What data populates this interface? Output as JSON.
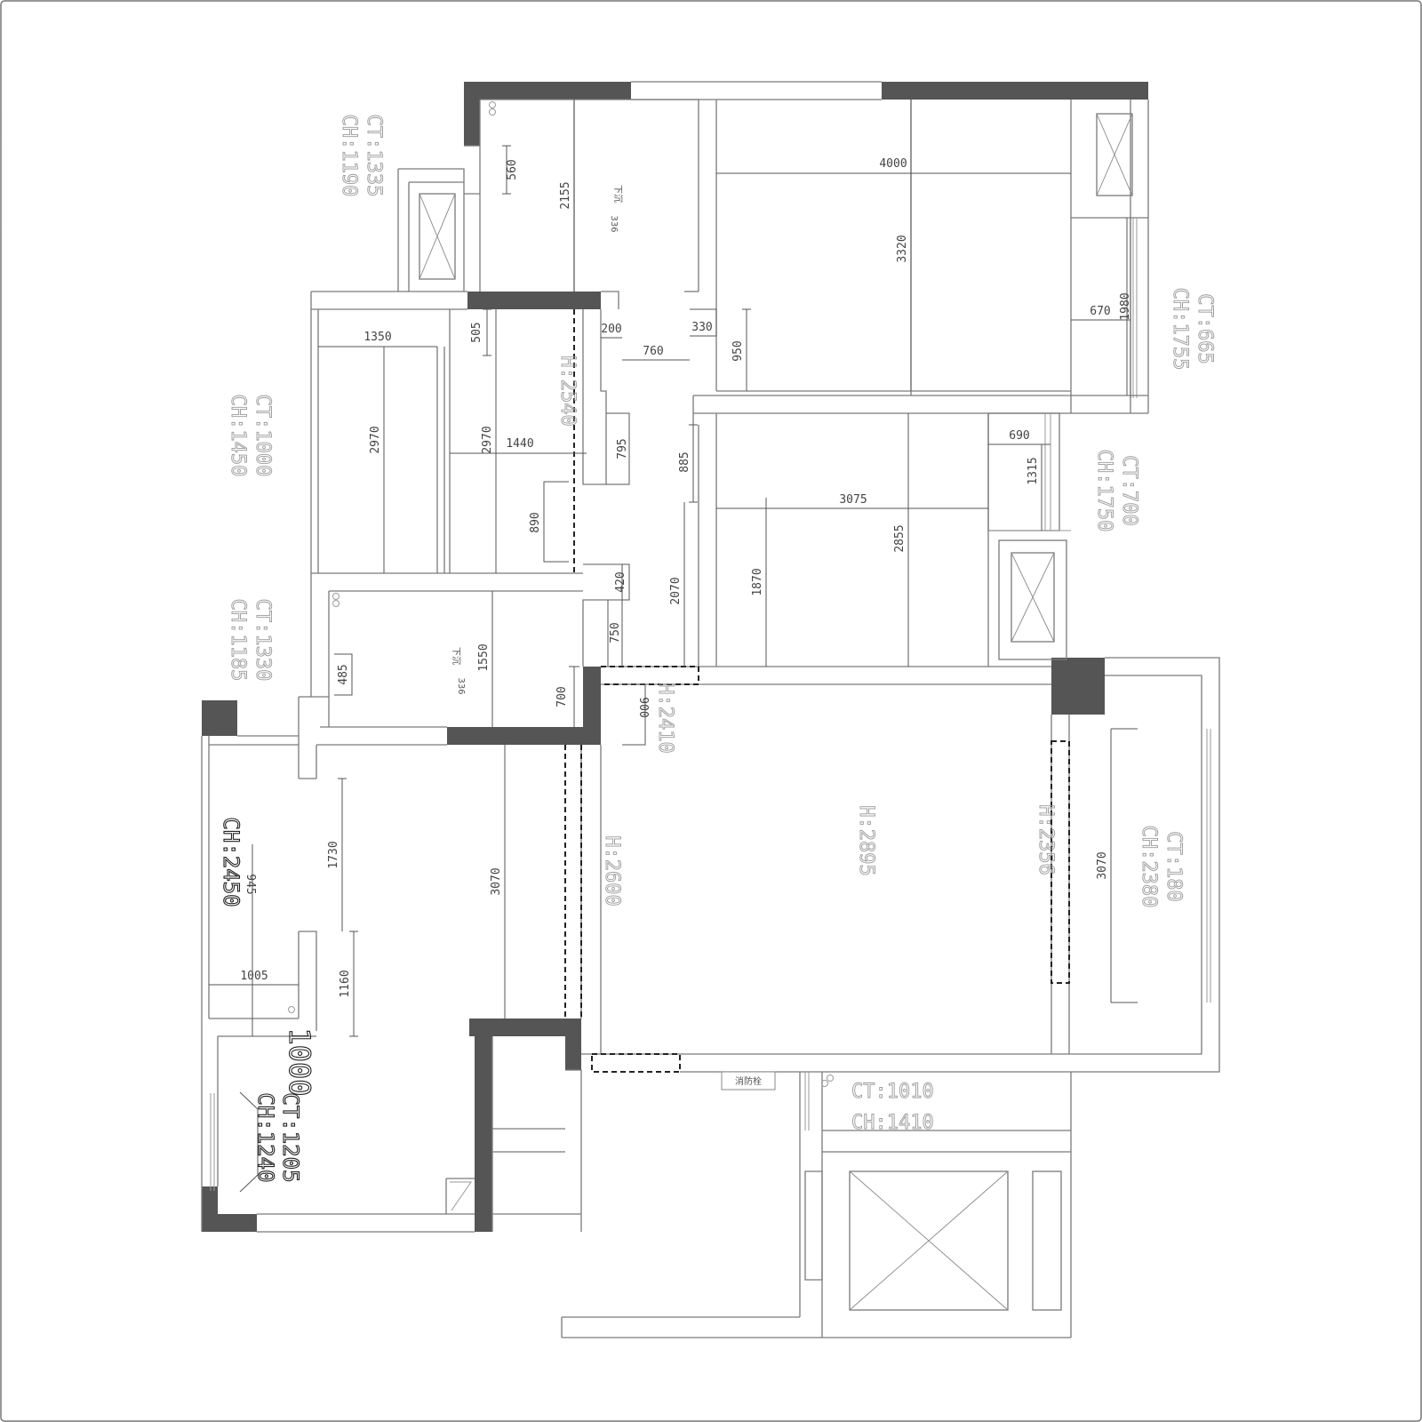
{
  "dimensions": [
    {
      "id": "d560",
      "text": "560"
    },
    {
      "id": "d2155",
      "text": "2155"
    },
    {
      "id": "d4000",
      "text": "4000"
    },
    {
      "id": "d3320",
      "text": "3320"
    },
    {
      "id": "d670",
      "text": "670"
    },
    {
      "id": "d1980",
      "text": "1980"
    },
    {
      "id": "d1350",
      "text": "1350"
    },
    {
      "id": "d505",
      "text": "505"
    },
    {
      "id": "d200",
      "text": "200"
    },
    {
      "id": "d330",
      "text": "330"
    },
    {
      "id": "d760",
      "text": "760"
    },
    {
      "id": "d950",
      "text": "950"
    },
    {
      "id": "d2970a",
      "text": "2970"
    },
    {
      "id": "d2970b",
      "text": "2970"
    },
    {
      "id": "d1440",
      "text": "1440"
    },
    {
      "id": "d795",
      "text": "795"
    },
    {
      "id": "d885",
      "text": "885"
    },
    {
      "id": "d690",
      "text": "690"
    },
    {
      "id": "d1315",
      "text": "1315"
    },
    {
      "id": "d3075",
      "text": "3075"
    },
    {
      "id": "d2855",
      "text": "2855"
    },
    {
      "id": "d890",
      "text": "890"
    },
    {
      "id": "d420",
      "text": "420"
    },
    {
      "id": "d2070",
      "text": "2070"
    },
    {
      "id": "d1870",
      "text": "1870"
    },
    {
      "id": "d1550",
      "text": "1550"
    },
    {
      "id": "d750",
      "text": "750"
    },
    {
      "id": "d485",
      "text": "485"
    },
    {
      "id": "d700",
      "text": "700"
    },
    {
      "id": "d900",
      "text": "900"
    },
    {
      "id": "d1730",
      "text": "1730"
    },
    {
      "id": "d3070a",
      "text": "3070"
    },
    {
      "id": "d3070b",
      "text": "3070"
    },
    {
      "id": "d1005",
      "text": "1005"
    },
    {
      "id": "d1160",
      "text": "1160"
    },
    {
      "id": "d945",
      "text": "945"
    }
  ],
  "ceiling_labels": [
    {
      "id": "ct1335",
      "ct": "CT:1335",
      "ch": "CH:1190"
    },
    {
      "id": "ct665",
      "ct": "CT:665",
      "ch": "CH:1755"
    },
    {
      "id": "ct1000",
      "ct": "CT:1000",
      "ch": "CH:1450"
    },
    {
      "id": "ct700",
      "ct": "CT:700",
      "ch": "CH:1750"
    },
    {
      "id": "ct1330",
      "ct": "CT:1330",
      "ch": "CH:1185"
    },
    {
      "id": "ct180",
      "ct": "CT:180",
      "ch": "CH:2380"
    },
    {
      "id": "ct1010",
      "ct": "CT:1010",
      "ch": "CH:1410"
    },
    {
      "id": "ct1205",
      "ct": "CT:1205",
      "ch": "CH:1240"
    }
  ],
  "height_labels": [
    {
      "id": "h2540",
      "text": "H:2540"
    },
    {
      "id": "h2410",
      "text": "H:2410"
    },
    {
      "id": "h2600",
      "text": "H:2600"
    },
    {
      "id": "h2895",
      "text": "H:2895"
    },
    {
      "id": "h2356",
      "text": "H:2356"
    }
  ],
  "annotations": {
    "ch2450": "CH:2450",
    "n1000": "1000",
    "fire_hydrant": "消防栓",
    "sub1": "下沉",
    "sub1_val": "336",
    "sub2": "下沉",
    "sub2_val": "336"
  }
}
